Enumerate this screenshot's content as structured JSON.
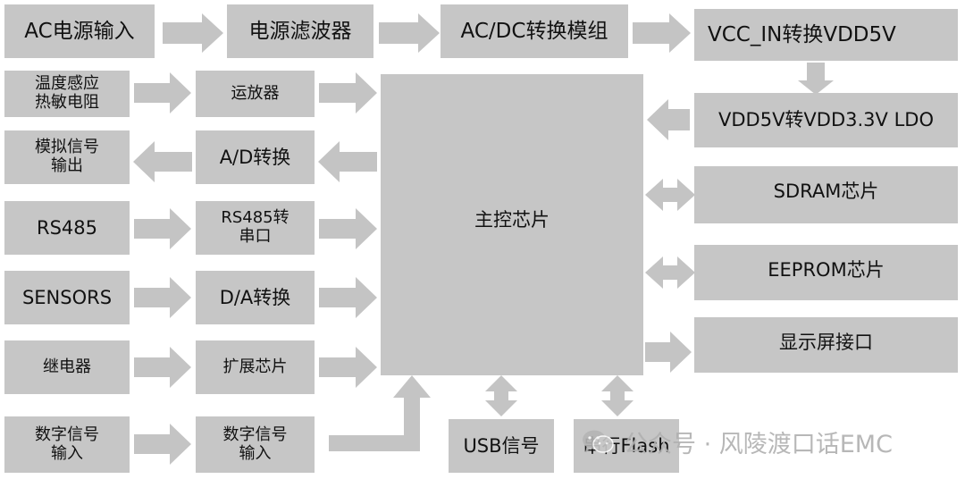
{
  "boxes": {
    "ac_input": "AC电源输入",
    "power_filter": "电源滤波器",
    "acdc_module": "AC/DC转换模组",
    "vcc_to_vdd5v": "VCC_IN转换VDD5V",
    "temp_sensor_line1": "温度感应",
    "temp_sensor_line2": "热敏电阻",
    "opamp": "运放器",
    "vdd5v_to_vdd33_ldo": "VDD5V转VDD3.3V LDO",
    "analog_out_line1": "模拟信号",
    "analog_out_line2": "输出",
    "ad_convert": "A/D转换",
    "main_chip": "主控芯片",
    "sdram": "SDRAM芯片",
    "rs485": "RS485",
    "rs485_serial_line1": "RS485转",
    "rs485_serial_line2": "串口",
    "eeprom": "EEPROM芯片",
    "sensors": "SENSORS",
    "da_convert": "D/A转换",
    "display_interface": "显示屏接口",
    "relay": "继电器",
    "expansion_chip": "扩展芯片",
    "digital_in_a_line1": "数字信号",
    "digital_in_a_line2": "输入",
    "digital_in_b_line1": "数字信号",
    "digital_in_b_line2": "输入",
    "usb_signal": "USB信号",
    "serial_flash": "串行Flash"
  },
  "watermark": {
    "text": "公众号 · 风陵渡口话EMC",
    "icon": "wechat-icon"
  },
  "colors": {
    "box_fill": "#c6c6c6",
    "arrow_fill": "#c4c4c4",
    "text": "#111111"
  }
}
